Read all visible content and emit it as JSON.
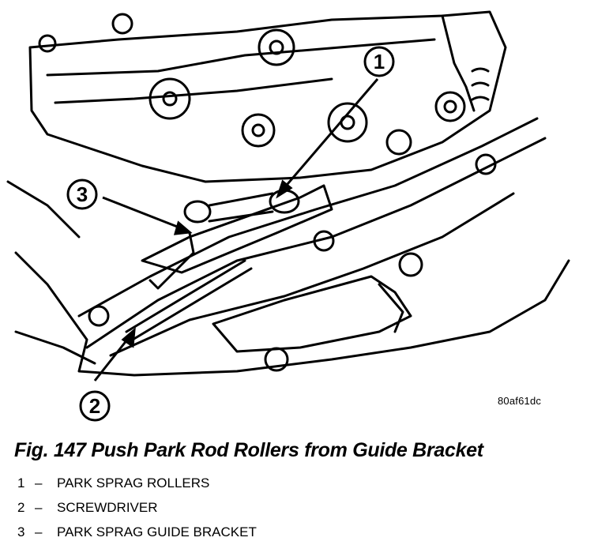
{
  "figure": {
    "id_code": "80af61dc",
    "caption": "Fig. 147 Push Park Rod Rollers from Guide Bracket",
    "callouts": [
      "1",
      "2",
      "3"
    ]
  },
  "legend": {
    "separator": "–",
    "items": [
      {
        "number": "1",
        "label": "PARK SPRAG ROLLERS"
      },
      {
        "number": "2",
        "label": "SCREWDRIVER"
      },
      {
        "number": "3",
        "label": "PARK SPRAG GUIDE BRACKET"
      }
    ]
  }
}
